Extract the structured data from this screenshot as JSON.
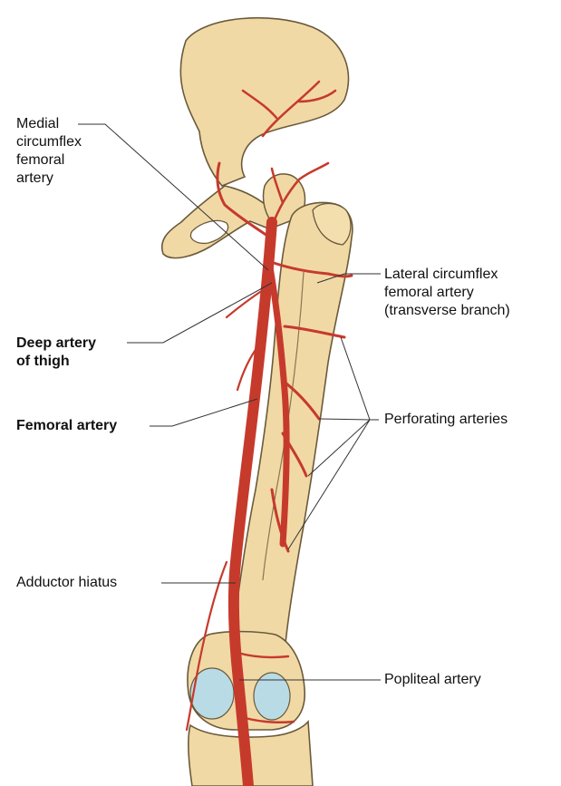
{
  "labels": {
    "medial_circumflex": [
      "Medial",
      "circumflex",
      "femoral",
      "artery"
    ],
    "lateral_circumflex": [
      "Lateral circumflex",
      "femoral artery",
      "(transverse branch)"
    ],
    "deep_artery": [
      "Deep artery",
      "of thigh"
    ],
    "femoral_artery": "Femoral artery",
    "perforating_arteries": "Perforating arteries",
    "adductor_hiatus": "Adductor hiatus",
    "popliteal_artery": "Popliteal artery"
  },
  "colors": {
    "bone_fill": "#f1d9a6",
    "bone_outline": "#6b5a3a",
    "artery": "#c63a2c",
    "cartilage": "#b9dbe6",
    "leader_line": "#333333"
  }
}
